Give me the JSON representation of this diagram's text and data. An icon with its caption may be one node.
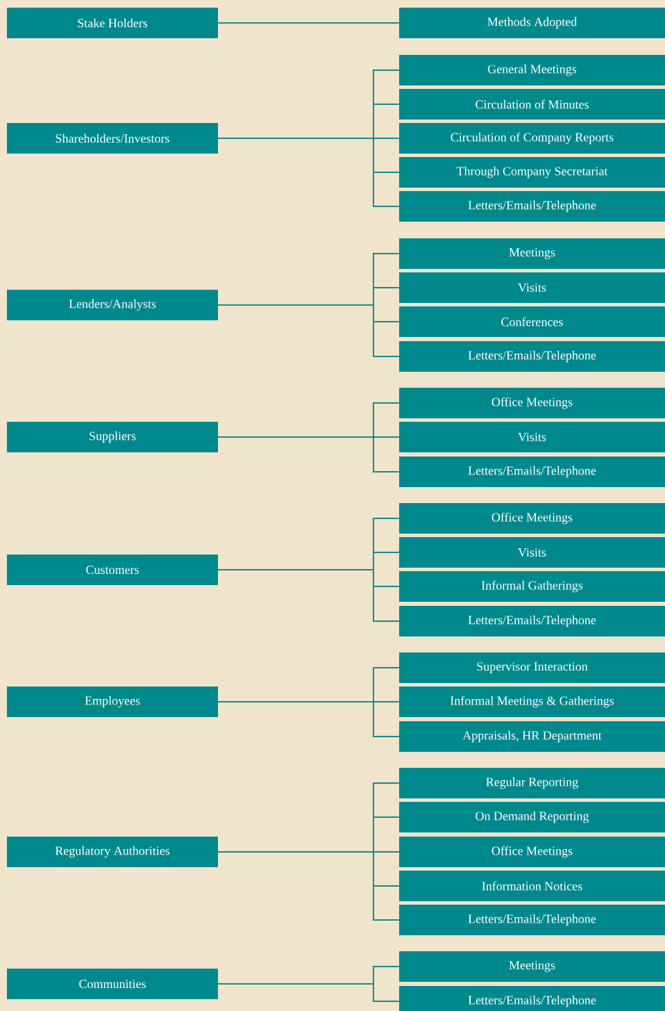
{
  "diagram": {
    "nodes": [
      {
        "text": [
          "Stake Holders"
        ]
      },
      {
        "text": [
          "Methods Adopted"
        ]
      },
      {
        "text": [
          "Shareholders/Investors"
        ]
      },
      {
        "text": [
          "General Meetings"
        ]
      },
      {
        "text": [
          "Circulation of Minutes"
        ]
      },
      {
        "text": [
          "Circulation of Company Reports"
        ]
      },
      {
        "text": [
          "Through Company Secretariat"
        ]
      },
      {
        "text": [
          "Letters/Emails/Telephone"
        ]
      },
      {
        "text": [
          "Lenders/Analysts"
        ]
      },
      {
        "text": [
          "Meetings"
        ]
      },
      {
        "text": [
          "Visits"
        ]
      },
      {
        "text": [
          "Conferences"
        ]
      },
      {
        "text": [
          "Letters/Emails/Telephone"
        ]
      },
      {
        "text": [
          "Suppliers"
        ]
      },
      {
        "text": [
          "Office Meetings"
        ]
      },
      {
        "text": [
          "Visits"
        ]
      },
      {
        "text": [
          "Letters/Emails/Telephone"
        ]
      },
      {
        "text": [
          "Customers"
        ]
      },
      {
        "text": [
          "Office Meetings"
        ]
      },
      {
        "text": [
          "Visits"
        ]
      },
      {
        "text": [
          "Informal Gatherings"
        ]
      },
      {
        "text": [
          "Letters/Emails/Telephone"
        ]
      },
      {
        "text": [
          "Employees"
        ]
      },
      {
        "text": [
          "Supervisor Interaction"
        ]
      },
      {
        "text": [
          "Informal Meetings & Gatherings"
        ]
      },
      {
        "text": [
          "Appraisals, HR Department"
        ]
      },
      {
        "text": [
          "Regulatory Authorities"
        ]
      },
      {
        "text": [
          "Regular Reporting"
        ]
      },
      {
        "text": [
          "On Demand Reporting"
        ]
      },
      {
        "text": [
          "Office Meetings"
        ]
      },
      {
        "text": [
          "Information Notices"
        ]
      },
      {
        "text": [
          "Letters/Emails/Telephone"
        ]
      },
      {
        "text": [
          "Communities"
        ]
      },
      {
        "text": [
          "Meetings"
        ]
      },
      {
        "text": [
          "Letters/Emails/Telephone"
        ]
      }
    ],
    "edges": [
      {
        "from": 0,
        "to": 1,
        "arrow": "none"
      },
      {
        "from": 2,
        "to": 3,
        "arrow": "none"
      },
      {
        "from": 2,
        "to": 4,
        "arrow": "none"
      },
      {
        "from": 2,
        "to": 5,
        "arrow": "none"
      },
      {
        "from": 2,
        "to": 6,
        "arrow": "none"
      },
      {
        "from": 2,
        "to": 7,
        "arrow": "none"
      },
      {
        "from": 8,
        "to": 9,
        "arrow": "none"
      },
      {
        "from": 8,
        "to": 10,
        "arrow": "none"
      },
      {
        "from": 8,
        "to": 11,
        "arrow": "none"
      },
      {
        "from": 8,
        "to": 12,
        "arrow": "none"
      },
      {
        "from": 13,
        "to": 14,
        "arrow": "none"
      },
      {
        "from": 13,
        "to": 15,
        "arrow": "none"
      },
      {
        "from": 13,
        "to": 16,
        "arrow": "none"
      },
      {
        "from": 17,
        "to": 18,
        "arrow": "none"
      },
      {
        "from": 17,
        "to": 19,
        "arrow": "none"
      },
      {
        "from": 17,
        "to": 20,
        "arrow": "none"
      },
      {
        "from": 17,
        "to": 21,
        "arrow": "none"
      },
      {
        "from": 22,
        "to": 23,
        "arrow": "none"
      },
      {
        "from": 22,
        "to": 24,
        "arrow": "none"
      },
      {
        "from": 22,
        "to": 25,
        "arrow": "none"
      },
      {
        "from": 26,
        "to": 27,
        "arrow": "none"
      },
      {
        "from": 26,
        "to": 28,
        "arrow": "none"
      },
      {
        "from": 26,
        "to": 29,
        "arrow": "none"
      },
      {
        "from": 26,
        "to": 30,
        "arrow": "none"
      },
      {
        "from": 26,
        "to": 31,
        "arrow": "none"
      },
      {
        "from": 32,
        "to": 33,
        "arrow": "none"
      },
      {
        "from": 32,
        "to": 34,
        "arrow": "none"
      }
    ]
  }
}
